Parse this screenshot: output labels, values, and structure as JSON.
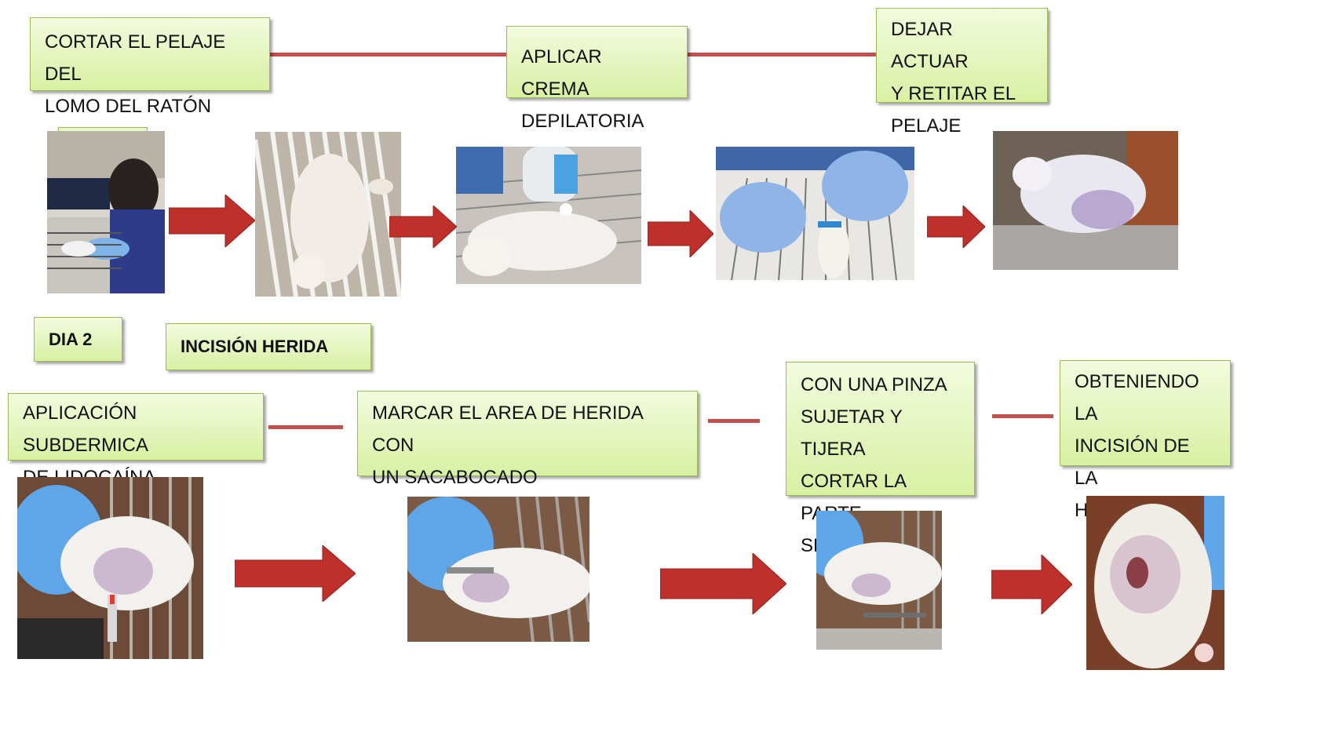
{
  "steps_day1": {
    "box1": "CORTAR EL PELAJE DEL\nLOMO DEL RATÓN",
    "box2": "APLICAR CREMA\nDEPILATORIA",
    "box3": "DEJAR ACTUAR\nY RETITAR EL\nPELAJE"
  },
  "day2": {
    "label": "DIA 2",
    "title": "INCISIÓN HERIDA"
  },
  "steps_day2": {
    "box1": "APLICACIÓN SUBDERMICA\nDE LIDOCAÍNA",
    "box2": "MARCAR EL AREA DE HERIDA CON\nUN SACABOCADO",
    "box3": "CON UNA PINZA\nSUJETAR  Y TIJERA\nCORTAR LA PARTE\nSEÑALADA",
    "box4": "OBTENIENDO LA\nINCISIÓN DE LA\nHERIDA"
  },
  "colors": {
    "box_fill": "#d9f0a3",
    "box_border": "#9bbb59",
    "connector": "#c0504d",
    "arrow": "#c0302b"
  }
}
